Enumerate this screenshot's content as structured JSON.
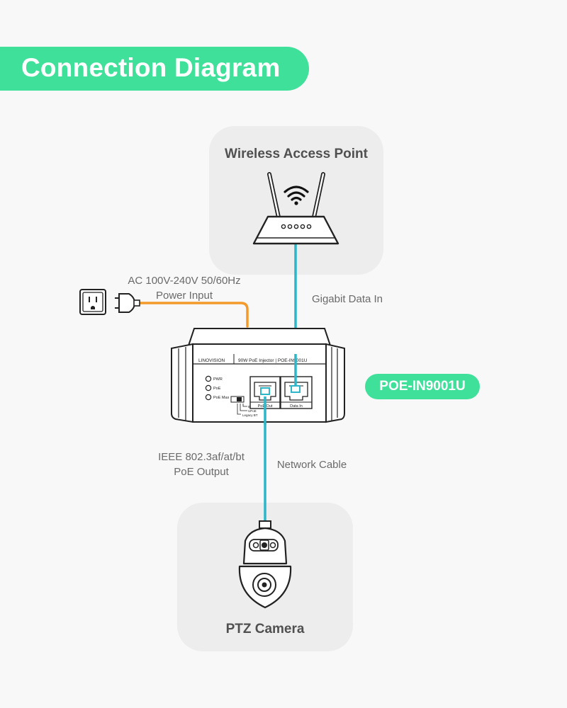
{
  "title": "Connection Diagram",
  "access_point": {
    "label": "Wireless Access Point"
  },
  "camera": {
    "label": "PTZ Camera"
  },
  "power": {
    "line1": "AC 100V-240V 50/60Hz",
    "line2": "Power Input"
  },
  "data_in_label": "Gigabit Data In",
  "poe_output": {
    "line1": "IEEE 802.3af/at/bt",
    "line2": "PoE Output"
  },
  "network_cable_label": "Network Cable",
  "model_badge": "POE-IN9001U",
  "injector": {
    "brand": "LINOVISION",
    "model_text": "90W PoE Injector | POE-IN9001U",
    "led_pwr": "PWR",
    "led_poe": "PoE",
    "led_poemax": "PoE Max",
    "switch_bt": "BT",
    "switch_upoe": "UPoE",
    "switch_legacy": "Legacy BT",
    "port_poe_out": "PoE Out",
    "port_data_in": "Data In"
  },
  "colors": {
    "accent_green": "#3ee09a",
    "data_cable": "#2bb7c9",
    "power_cable": "#f39a2a",
    "card_bg": "#ededed"
  }
}
